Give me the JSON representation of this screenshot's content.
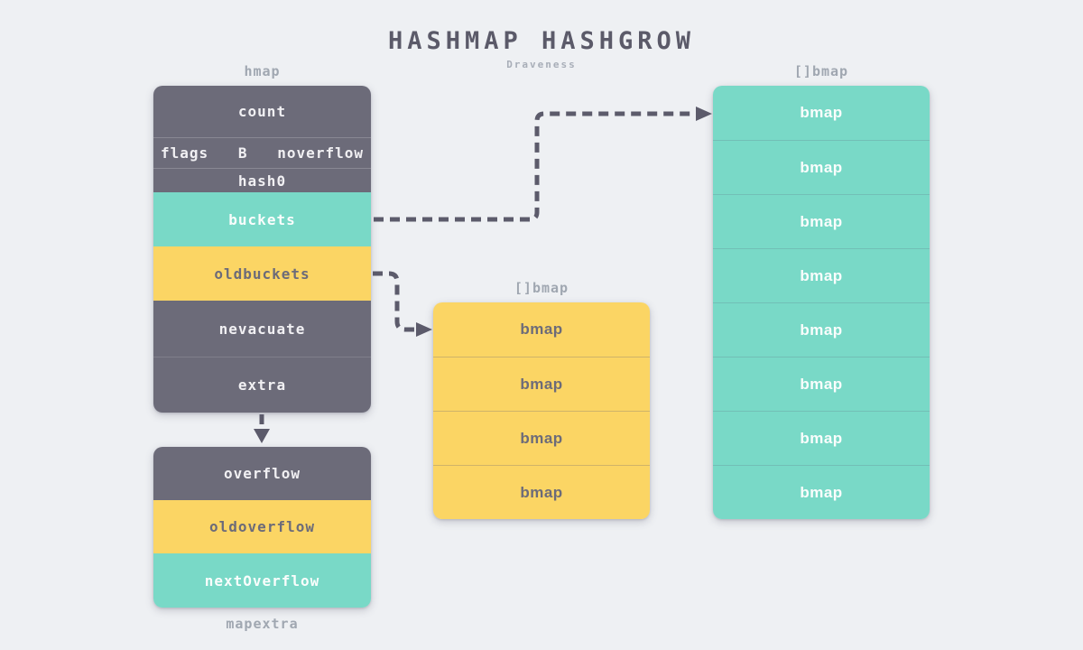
{
  "title": "HASHMAP HASHGROW",
  "subtitle": "Draveness",
  "colors": {
    "background": "#eef0f3",
    "dark": "#6c6b79",
    "teal": "#79d9c7",
    "yellow": "#fbd564",
    "arrow": "#5c5b6b",
    "label_gray": "#a0a7b1"
  },
  "hmap": {
    "label": "hmap",
    "rows": [
      {
        "text": "count",
        "style": "dark"
      },
      {
        "parts": [
          "flags",
          "B",
          "noverflow"
        ],
        "style": "dark"
      },
      {
        "text": "hash0",
        "style": "dark"
      },
      {
        "text": "buckets",
        "style": "teal"
      },
      {
        "text": "oldbuckets",
        "style": "yellow"
      },
      {
        "text": "nevacuate",
        "style": "dark"
      },
      {
        "text": "extra",
        "style": "dark"
      }
    ]
  },
  "mapextra": {
    "label": "mapextra",
    "rows": [
      {
        "text": "overflow",
        "style": "dark"
      },
      {
        "text": "oldoverflow",
        "style": "yellow"
      },
      {
        "text": "nextOverflow",
        "style": "teal"
      }
    ]
  },
  "oldbuckets_array": {
    "label": "[]bmap",
    "style": "yellow",
    "rows": [
      "bmap",
      "bmap",
      "bmap",
      "bmap"
    ]
  },
  "buckets_array": {
    "label": "[]bmap",
    "style": "teal",
    "rows": [
      "bmap",
      "bmap",
      "bmap",
      "bmap",
      "bmap",
      "bmap",
      "bmap",
      "bmap"
    ]
  }
}
